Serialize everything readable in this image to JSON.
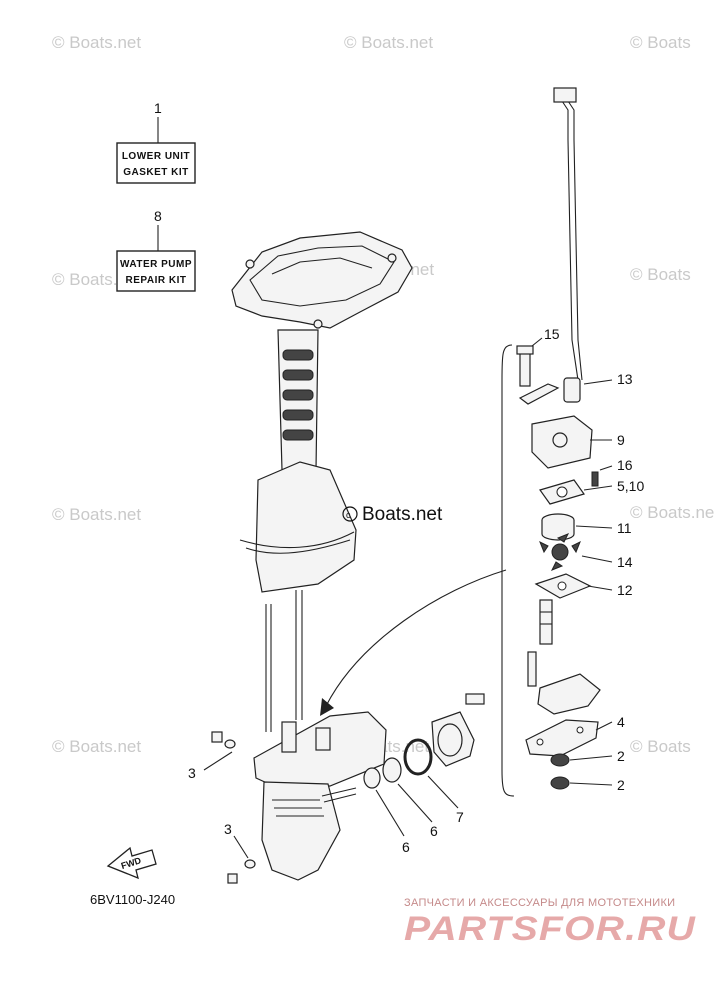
{
  "watermarks": [
    "© Boats.net",
    "© Boats.net",
    "© Boats",
    "© Boats.net",
    "© Boats.net",
    "© Boats",
    "© Boats.net",
    "© Boats.net",
    "© Boats.net",
    "© Boats.net",
    "© Boats"
  ],
  "center_watermark": "Boats.net",
  "kits": [
    {
      "number": "1",
      "line1": "LOWER UNIT",
      "line2": "GASKET KIT"
    },
    {
      "number": "8",
      "line1": "WATER PUMP",
      "line2": "REPAIR KIT"
    }
  ],
  "callouts": [
    "15",
    "13",
    "9",
    "16",
    "5,10",
    "11",
    "14",
    "12",
    "4",
    "2",
    "2",
    "3",
    "3",
    "6",
    "6",
    "7"
  ],
  "fwd_label": "FWD",
  "diagram_code": "6BV1100-J240",
  "brand_tagline": "ЗАПЧАСТИ И АКСЕССУАРЫ ДЛЯ МОТОТЕХНИКИ",
  "brand_name": "PARTSFOR.RU"
}
